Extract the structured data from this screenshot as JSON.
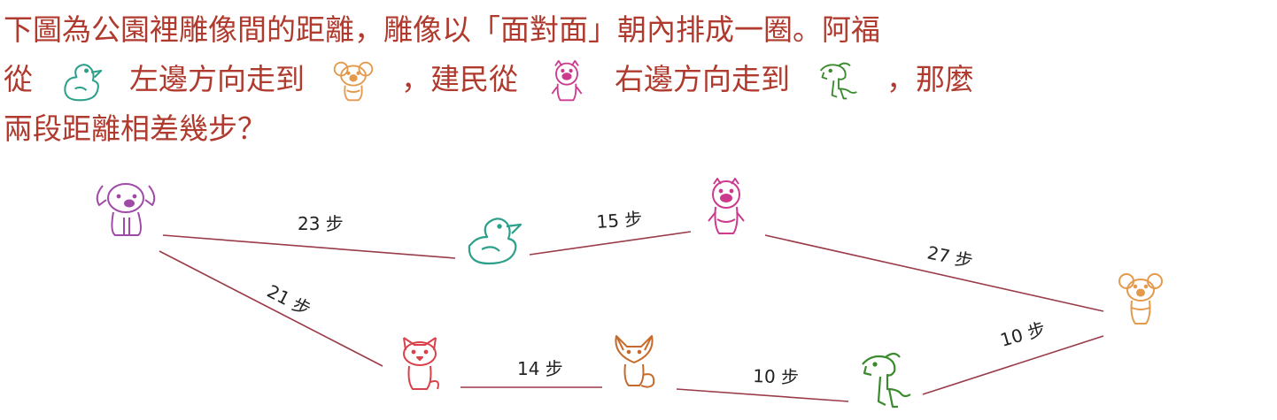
{
  "question": {
    "line1": "下圖為公園裡雕像間的距離，雕像以「面對面」朝內排成一圈。阿福",
    "line2_a": "從",
    "line2_b": "左邊方向走到",
    "line2_c": "，建民從",
    "line2_d": "右邊方向走到",
    "line2_e": "，那麼",
    "line3": "兩段距離相差幾步？"
  },
  "statues": [
    {
      "id": "dog",
      "icon": "dog-icon",
      "color": "#a04aa8"
    },
    {
      "id": "duck",
      "icon": "duck-icon",
      "color": "#2ca08a"
    },
    {
      "id": "pig",
      "icon": "pig-icon",
      "color": "#cc3a8e"
    },
    {
      "id": "koala",
      "icon": "koala-icon",
      "color": "#e39a4c"
    },
    {
      "id": "horse",
      "icon": "horse-icon",
      "color": "#3b8a2e"
    },
    {
      "id": "fox",
      "icon": "fox-icon",
      "color": "#c56a2a"
    },
    {
      "id": "cat",
      "icon": "cat-icon",
      "color": "#d9414a"
    }
  ],
  "edges": [
    {
      "from": "dog",
      "to": "duck",
      "label": "23 步"
    },
    {
      "from": "duck",
      "to": "pig",
      "label": "15 步"
    },
    {
      "from": "pig",
      "to": "koala",
      "label": "27 步"
    },
    {
      "from": "dog",
      "to": "cat",
      "label": "21 步"
    },
    {
      "from": "cat",
      "to": "fox",
      "label": "14 步"
    },
    {
      "from": "fox",
      "to": "horse",
      "label": "10 步"
    },
    {
      "from": "horse",
      "to": "koala",
      "label": "10 步"
    }
  ]
}
